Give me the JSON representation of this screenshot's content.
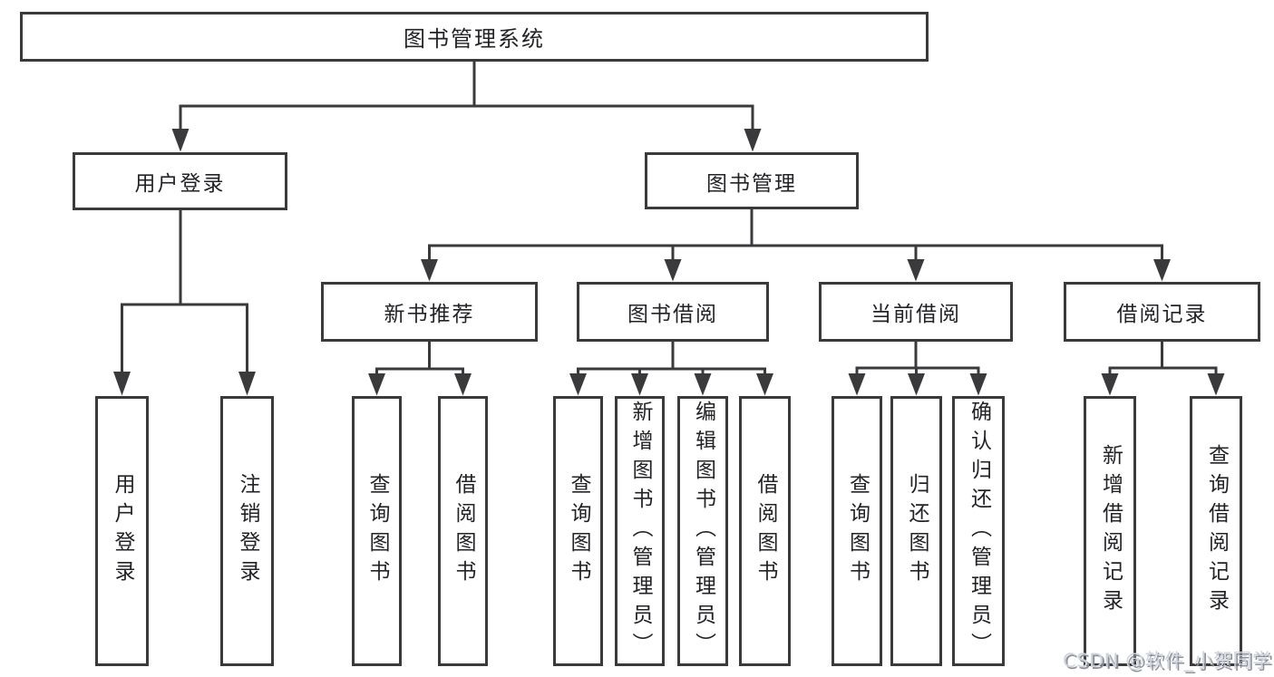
{
  "tree": {
    "label": "图书管理系统",
    "children": [
      {
        "label": "用户登录",
        "children": [
          {
            "label": "用户登录"
          },
          {
            "label": "注销登录"
          }
        ]
      },
      {
        "label": "图书管理",
        "children": [
          {
            "label": "新书推荐",
            "children": [
              {
                "label": "查询图书"
              },
              {
                "label": "借阅图书"
              }
            ]
          },
          {
            "label": "图书借阅",
            "children": [
              {
                "label": "查询图书"
              },
              {
                "label": "新增图书（管理员）"
              },
              {
                "label": "编辑图书（管理员）"
              },
              {
                "label": "借阅图书"
              }
            ]
          },
          {
            "label": "当前借阅",
            "children": [
              {
                "label": "查询图书"
              },
              {
                "label": "归还图书"
              },
              {
                "label": "确认归还（管理员）"
              }
            ]
          },
          {
            "label": "借阅记录",
            "children": [
              {
                "label": "新增借阅记录"
              },
              {
                "label": "查询借阅记录"
              }
            ]
          }
        ]
      }
    ]
  },
  "watermark": "CSDN @软件_小贺同学",
  "colors": {
    "line": "#3a3a3c",
    "text": "#232327",
    "bg": "#ffffff",
    "watermark_text": "#cfd4dc",
    "watermark_shadow": "#8a8f99"
  }
}
